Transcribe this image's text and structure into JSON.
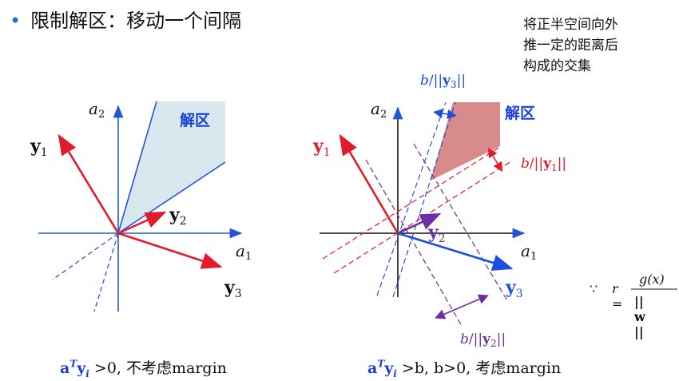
{
  "slide": {
    "bullet": "•",
    "title": "限制解区：移动一个间隔",
    "note_lines": [
      "将正半空间向外",
      "推一定的距离后",
      "构成的交集"
    ]
  },
  "left_diagram": {
    "axis_x": "a1",
    "axis_y": "a2",
    "y1": "y1",
    "y2": "y2",
    "y3": "y3",
    "region_label": "解区"
  },
  "right_diagram": {
    "axis_x": "a1",
    "axis_y": "a2",
    "y1": "y1",
    "y2": "y2",
    "y3": "y3",
    "region_label": "解区",
    "margin_y1": "b/||y1||",
    "margin_y2": "b/||y2||",
    "margin_y3": "b/||y3||"
  },
  "captions": {
    "left_vec": "a",
    "left_sup": "T",
    "left_vec2": "y",
    "left_sub": "i",
    "left_rest": " >0, 不考虑margin",
    "right_vec": "a",
    "right_sup": "T",
    "right_vec2": "y",
    "right_sub": "i",
    "right_rest": " >b, b>0, 考虑margin"
  },
  "formula": {
    "because": "∵",
    "lhs": "r =",
    "numerator": "g(x)",
    "denominator": "|| w ||"
  },
  "colors": {
    "axis": "#2356d6",
    "vector_red": "#e11b2a",
    "vector_blue": "#1a4fe0",
    "vector_purple": "#6a2fa0",
    "region_left": "#d8e8ee",
    "region_right": "#d88b8b"
  }
}
